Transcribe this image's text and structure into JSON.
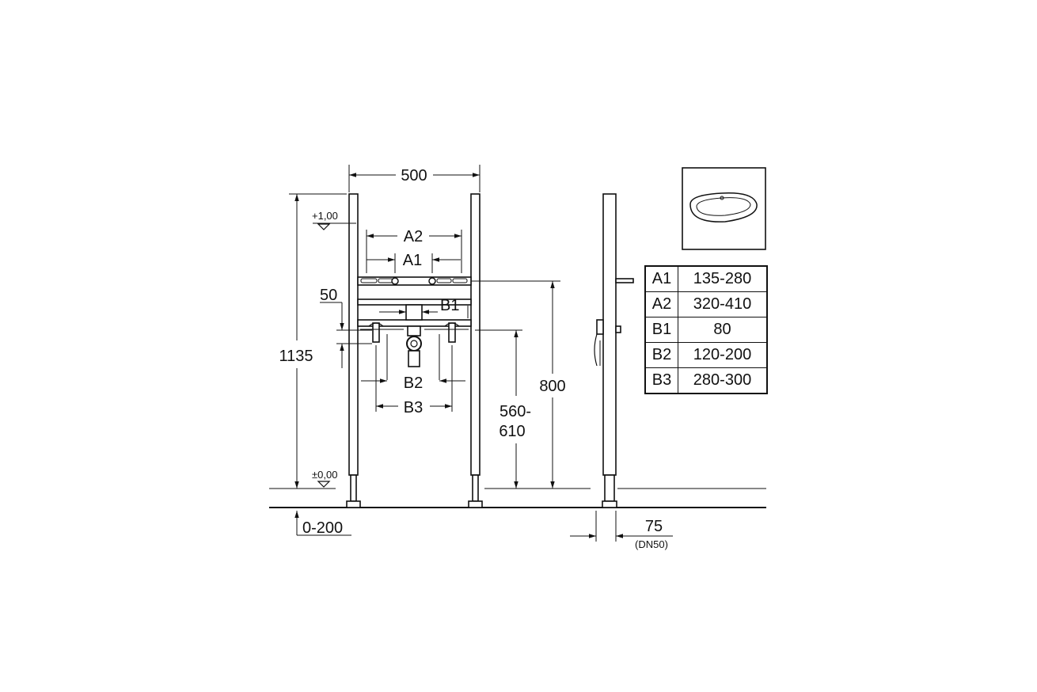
{
  "front_view": {
    "width_label": "500",
    "a2_label": "A2",
    "a1_label": "A1",
    "b1_label": "B1",
    "b2_label": "B2",
    "b3_label": "B3",
    "height_label": "1135",
    "offset_label": "50",
    "level_top_label": "+1,00",
    "level_floor_label": "±0,00",
    "adjust_label": "0-200",
    "inlet_height_label_1": "560-",
    "inlet_height_label_2": "610",
    "basin_height_label": "800"
  },
  "side_view": {
    "depth_label": "75",
    "pipe_label": "(DN50)"
  },
  "legend": {
    "icon": "washbasin-icon",
    "rows": [
      {
        "key": "A1",
        "value": "135-280"
      },
      {
        "key": "A2",
        "value": "320-410"
      },
      {
        "key": "B1",
        "value": "80"
      },
      {
        "key": "B2",
        "value": "120-200"
      },
      {
        "key": "B3",
        "value": "280-300"
      }
    ]
  }
}
